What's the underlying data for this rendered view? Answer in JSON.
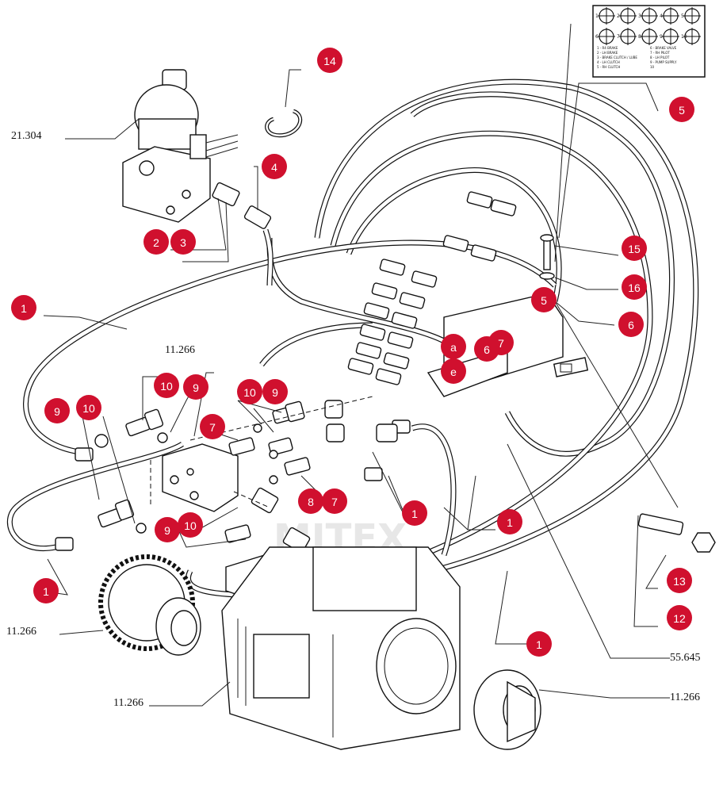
{
  "watermark": "MITEX",
  "legend": {
    "valve_numbers": [
      "1",
      "2",
      "3",
      "4",
      "5",
      "6",
      "7",
      "8",
      "9",
      "10"
    ],
    "lines_left": [
      "1 - R4 BRAKE",
      "2 - LH BRAKE",
      "3 - BRAKE CLUTCH / LUBE",
      "4 - LH CLUTCH",
      "5 - RH CLUTCH"
    ],
    "lines_right": [
      "6 - BRAKE VALVE",
      "7 - RH PILOT",
      "8 - LH PILOT",
      "9 - PUMP SUPPLY",
      "10"
    ]
  },
  "callouts": [
    {
      "id": "c14",
      "label": "14"
    },
    {
      "id": "c4",
      "label": "4"
    },
    {
      "id": "c2",
      "label": "2"
    },
    {
      "id": "c3",
      "label": "3"
    },
    {
      "id": "c5a",
      "label": "5"
    },
    {
      "id": "c15",
      "label": "15"
    },
    {
      "id": "c16",
      "label": "16"
    },
    {
      "id": "c5b",
      "label": "5"
    },
    {
      "id": "c6a",
      "label": "6"
    },
    {
      "id": "c1a",
      "label": "1"
    },
    {
      "id": "ca",
      "label": "a"
    },
    {
      "id": "c6b",
      "label": "6"
    },
    {
      "id": "c7a",
      "label": "7"
    },
    {
      "id": "ce",
      "label": "e"
    },
    {
      "id": "c10a",
      "label": "10"
    },
    {
      "id": "c9a",
      "label": "9"
    },
    {
      "id": "c10b",
      "label": "10"
    },
    {
      "id": "c9b",
      "label": "9"
    },
    {
      "id": "c9c",
      "label": "9"
    },
    {
      "id": "c10c",
      "label": "10"
    },
    {
      "id": "c7b",
      "label": "7"
    },
    {
      "id": "c8",
      "label": "8"
    },
    {
      "id": "c7c",
      "label": "7"
    },
    {
      "id": "c1b",
      "label": "1"
    },
    {
      "id": "c1c",
      "label": "1"
    },
    {
      "id": "c9d",
      "label": "9"
    },
    {
      "id": "c10d",
      "label": "10"
    },
    {
      "id": "c1d",
      "label": "1"
    },
    {
      "id": "c13",
      "label": "13"
    },
    {
      "id": "c12",
      "label": "12"
    },
    {
      "id": "c1e",
      "label": "1"
    }
  ],
  "refs": [
    {
      "id": "r1",
      "label": "21.304"
    },
    {
      "id": "r2",
      "label": "11.266"
    },
    {
      "id": "r3",
      "label": "11.266"
    },
    {
      "id": "r4",
      "label": "11.266"
    },
    {
      "id": "r5",
      "label": "55.645"
    },
    {
      "id": "r6",
      "label": "11.266"
    }
  ]
}
